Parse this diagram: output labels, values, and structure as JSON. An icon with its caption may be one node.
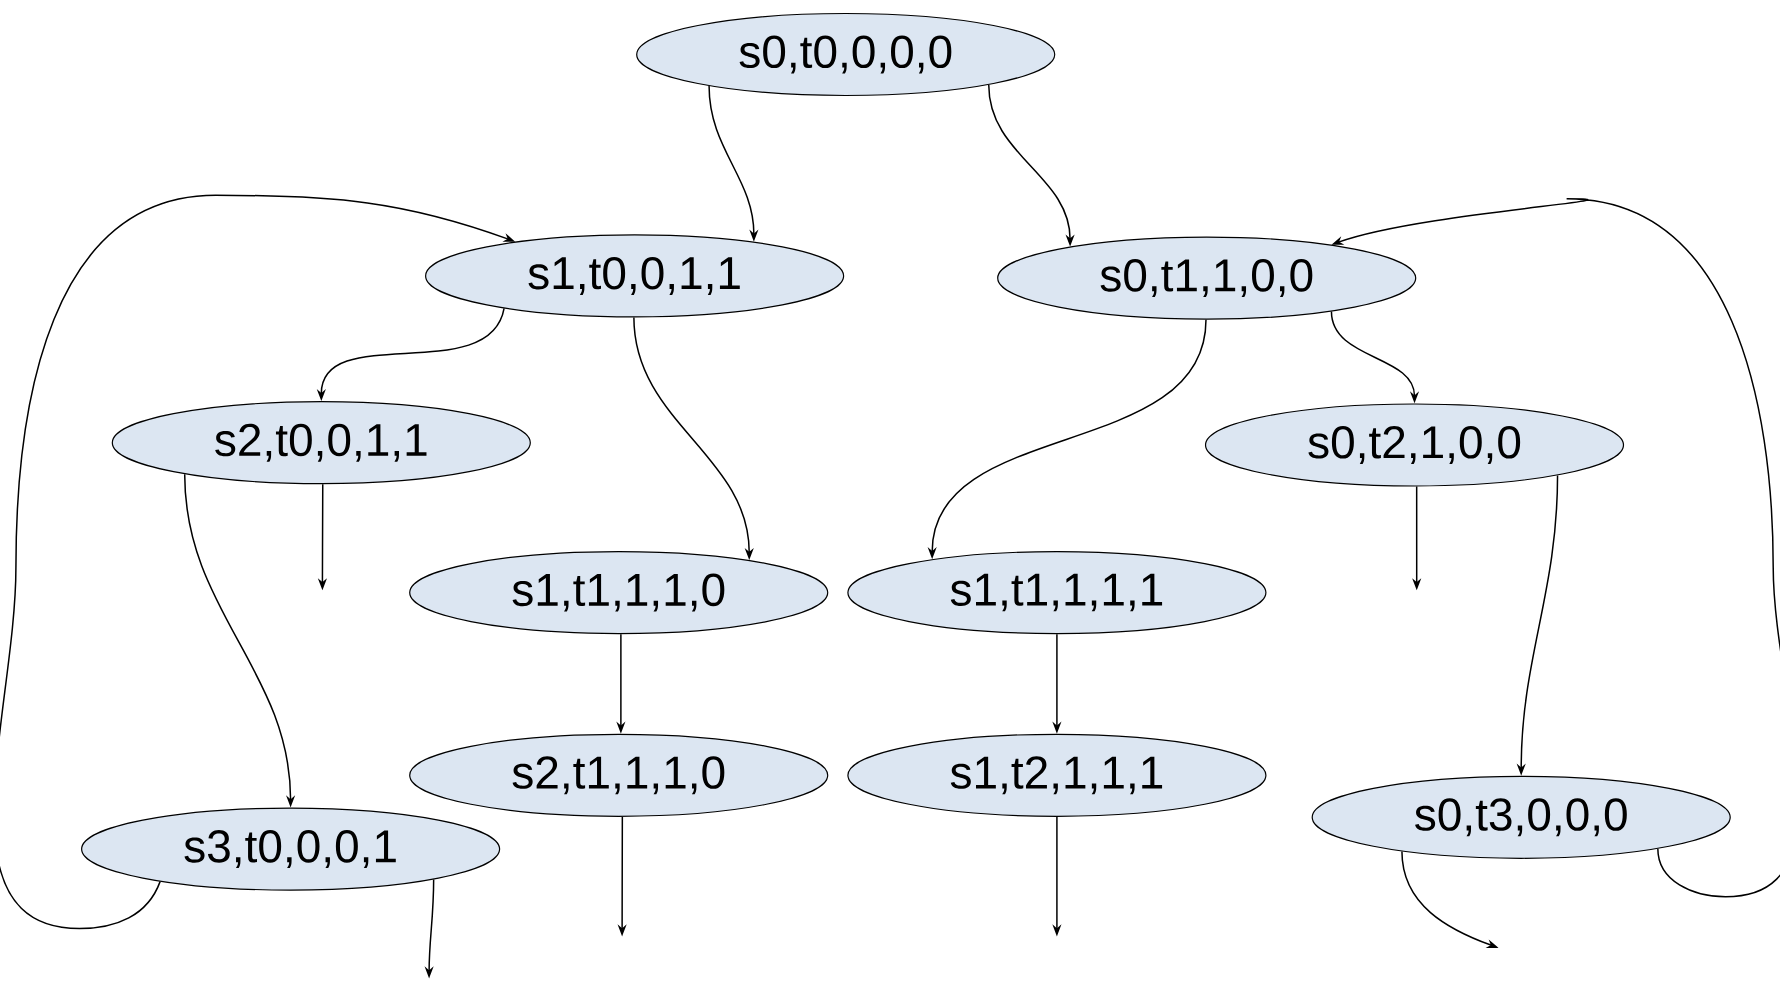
{
  "diagram": {
    "nodes": [
      {
        "text": [
          "s0,t0,0,0,0"
        ]
      },
      {
        "text": [
          "s1,t0,0,1,1"
        ]
      },
      {
        "text": [
          "s0,t1,1,0,0"
        ]
      },
      {
        "text": [
          "s2,t0,0,1,1"
        ]
      },
      {
        "text": [
          "s0,t2,1,0,0"
        ]
      },
      {
        "text": [
          "s1,t1,1,1,0"
        ]
      },
      {
        "text": [
          "s1,t1,1,1,1"
        ]
      },
      {
        "text": [
          "s2,t1,1,1,0"
        ]
      },
      {
        "text": [
          "s1,t2,1,1,1"
        ]
      },
      {
        "text": [
          "s0,t3,0,0,0"
        ]
      },
      {
        "text": [
          "s3,t0,0,0,1"
        ]
      }
    ],
    "edges": [
      {
        "from": 0,
        "to": 1,
        "arrow": "to"
      },
      {
        "from": 0,
        "to": 2,
        "arrow": "to"
      },
      {
        "from": 1,
        "to": 3,
        "arrow": "to"
      },
      {
        "from": 1,
        "to": 5,
        "arrow": "to"
      },
      {
        "from": 2,
        "to": 6,
        "arrow": "to"
      },
      {
        "from": 2,
        "to": 4,
        "arrow": "to"
      },
      {
        "from": 3,
        "to": null,
        "arrow": "to"
      },
      {
        "from": 3,
        "to": 10,
        "arrow": "to"
      },
      {
        "from": 4,
        "to": null,
        "arrow": "to"
      },
      {
        "from": 4,
        "to": 9,
        "arrow": "to"
      },
      {
        "from": 5,
        "to": 7,
        "arrow": "to"
      },
      {
        "from": 6,
        "to": 8,
        "arrow": "to"
      },
      {
        "from": 7,
        "to": null,
        "arrow": "to"
      },
      {
        "from": 8,
        "to": null,
        "arrow": "to"
      },
      {
        "from": 10,
        "to": null,
        "arrow": "to"
      },
      {
        "from": 10,
        "to": 1,
        "arrow": "to"
      },
      {
        "from": 9,
        "to": 2,
        "arrow": "to"
      },
      {
        "from": 9,
        "to": null,
        "arrow": "to"
      }
    ]
  }
}
